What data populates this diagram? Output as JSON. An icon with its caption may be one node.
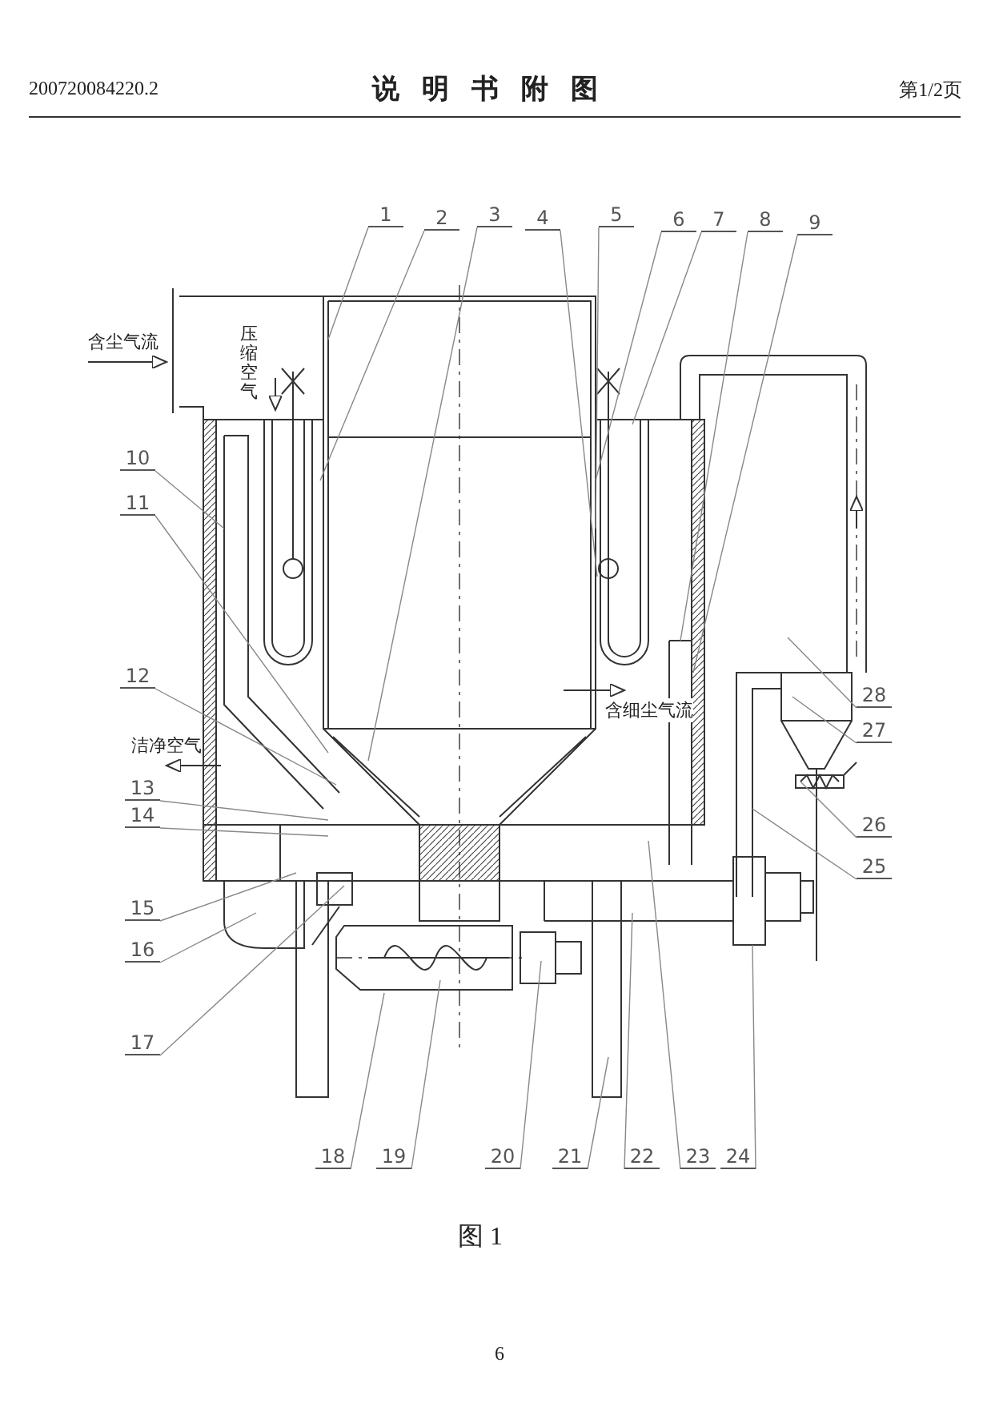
{
  "diagram": {
    "title": "说明书附图",
    "caption": "图 1",
    "nodes": [
      {
        "text": [
          "1"
        ]
      },
      {
        "text": [
          "2"
        ]
      },
      {
        "text": [
          "3"
        ]
      },
      {
        "text": [
          "4"
        ]
      },
      {
        "text": [
          "5"
        ]
      },
      {
        "text": [
          "6"
        ]
      },
      {
        "text": [
          "7"
        ]
      },
      {
        "text": [
          "8"
        ]
      },
      {
        "text": [
          "9"
        ]
      },
      {
        "text": [
          "10"
        ]
      },
      {
        "text": [
          "11"
        ]
      },
      {
        "text": [
          "12"
        ]
      },
      {
        "text": [
          "13"
        ]
      },
      {
        "text": [
          "14"
        ]
      },
      {
        "text": [
          "15"
        ]
      },
      {
        "text": [
          "16"
        ]
      },
      {
        "text": [
          "17"
        ]
      },
      {
        "text": [
          "18"
        ]
      },
      {
        "text": [
          "19"
        ]
      },
      {
        "text": [
          "20"
        ]
      },
      {
        "text": [
          "21"
        ]
      },
      {
        "text": [
          "22"
        ]
      },
      {
        "text": [
          "23"
        ]
      },
      {
        "text": [
          "24"
        ]
      },
      {
        "text": [
          "25"
        ]
      },
      {
        "text": [
          "26"
        ]
      },
      {
        "text": [
          "27"
        ]
      },
      {
        "text": [
          "28"
        ]
      }
    ],
    "edges": [
      {
        "from": 0,
        "to": null,
        "arrow": "none"
      },
      {
        "from": 1,
        "to": null,
        "arrow": "none"
      },
      {
        "from": 2,
        "to": null,
        "arrow": "none"
      },
      {
        "from": 3,
        "to": null,
        "arrow": "none"
      },
      {
        "from": 4,
        "to": null,
        "arrow": "none"
      },
      {
        "from": 5,
        "to": null,
        "arrow": "none"
      },
      {
        "from": 6,
        "to": null,
        "arrow": "none"
      },
      {
        "from": 7,
        "to": null,
        "arrow": "none"
      },
      {
        "from": 8,
        "to": null,
        "arrow": "none"
      },
      {
        "from": 9,
        "to": null,
        "arrow": "none"
      },
      {
        "from": 10,
        "to": null,
        "arrow": "none"
      },
      {
        "from": 11,
        "to": null,
        "arrow": "none"
      },
      {
        "from": 12,
        "to": null,
        "arrow": "none"
      },
      {
        "from": 13,
        "to": null,
        "arrow": "none"
      },
      {
        "from": 14,
        "to": null,
        "arrow": "none"
      },
      {
        "from": 15,
        "to": null,
        "arrow": "none"
      },
      {
        "from": 16,
        "to": null,
        "arrow": "none"
      },
      {
        "from": 17,
        "to": null,
        "arrow": "none"
      },
      {
        "from": 18,
        "to": null,
        "arrow": "none"
      },
      {
        "from": 19,
        "to": null,
        "arrow": "none"
      },
      {
        "from": 20,
        "to": null,
        "arrow": "none"
      },
      {
        "from": 21,
        "to": null,
        "arrow": "none"
      },
      {
        "from": 22,
        "to": null,
        "arrow": "none"
      },
      {
        "from": 23,
        "to": null,
        "arrow": "none"
      },
      {
        "from": 24,
        "to": null,
        "arrow": "none"
      },
      {
        "from": 25,
        "to": null,
        "arrow": "none"
      },
      {
        "from": 26,
        "to": null,
        "arrow": "none"
      },
      {
        "from": 27,
        "to": null,
        "arrow": "none"
      }
    ],
    "labels": [
      "200720084220.2",
      "第1/2页",
      "含尘气流",
      "压缩空气",
      "含细尘气流",
      "洁净空气",
      "6"
    ]
  }
}
